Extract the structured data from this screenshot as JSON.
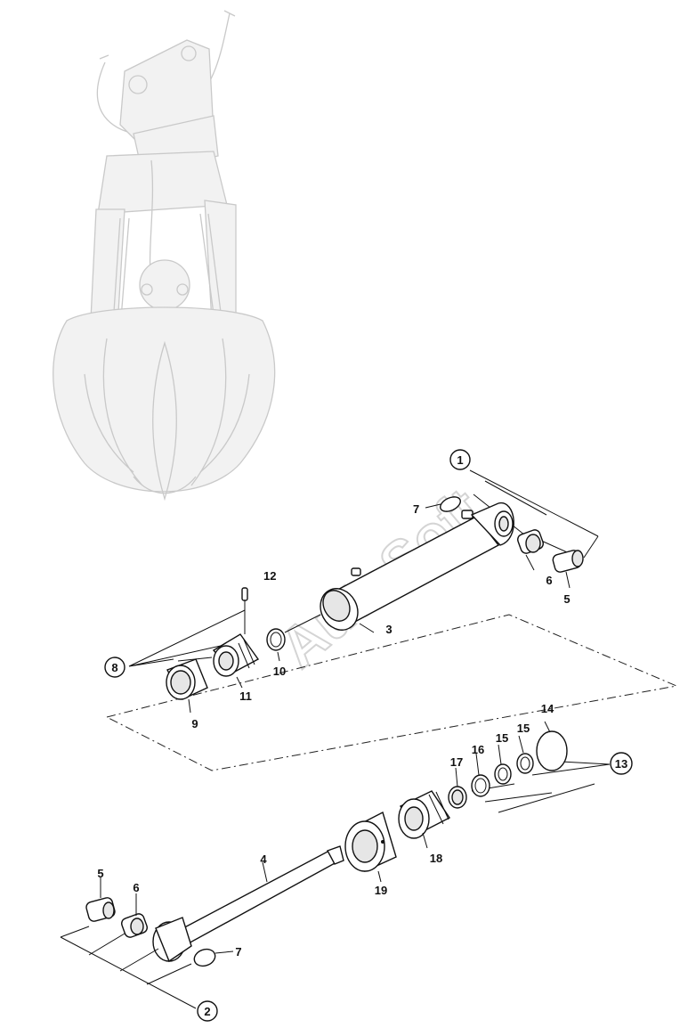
{
  "watermark": "AutoSoft",
  "callouts": {
    "c1": "1",
    "c2": "2",
    "c8": "8",
    "c13": "13"
  },
  "labels": {
    "p3": "3",
    "p4": "4",
    "p5a": "5",
    "p5b": "5",
    "p6a": "6",
    "p6b": "6",
    "p7a": "7",
    "p7b": "7",
    "p9": "9",
    "p10": "10",
    "p11": "11",
    "p12": "12",
    "p14": "14",
    "p15a": "15",
    "p15b": "15",
    "p16": "16",
    "p17": "17",
    "p18": "18",
    "p19": "19"
  }
}
